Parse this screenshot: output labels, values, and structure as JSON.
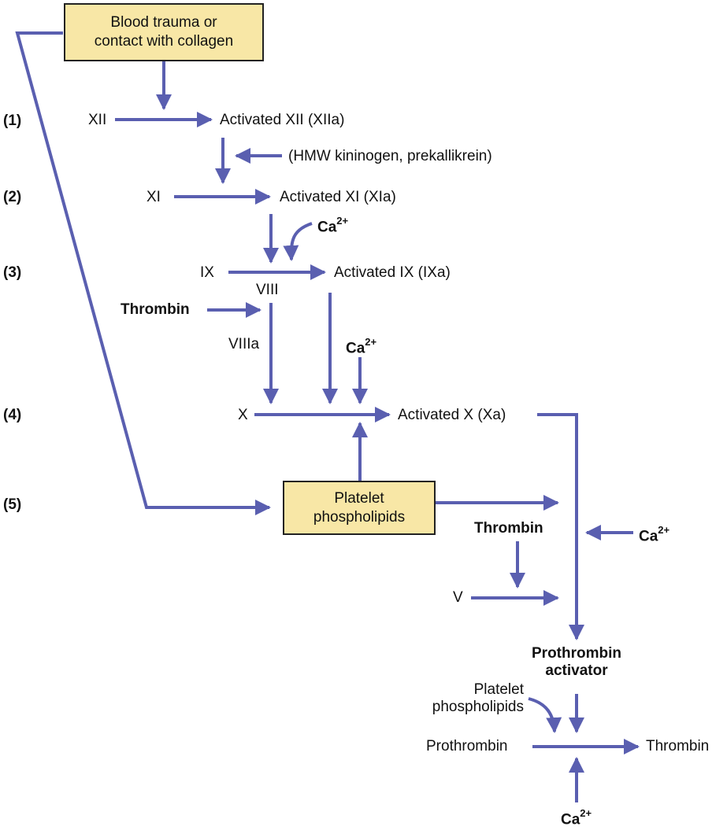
{
  "colors": {
    "arrow": "#5a5fb0",
    "box_fill": "#f8e7a6",
    "box_border": "#222222",
    "text": "#111111"
  },
  "steps": [
    "(1)",
    "(2)",
    "(3)",
    "(4)",
    "(5)"
  ],
  "boxes": {
    "trauma": [
      "Blood trauma or",
      "contact with collagen"
    ],
    "platelet": [
      "Platelet",
      "phospholipids"
    ]
  },
  "labels": {
    "xii": "XII",
    "xiia": "Activated XII (XIIa)",
    "hmw": "(HMW kininogen, prekallikrein)",
    "xi": "XI",
    "xia": "Activated XI (XIa)",
    "ix": "IX",
    "ixa": "Activated IX (IXa)",
    "viii": "VIII",
    "thrombin": "Thrombin",
    "viiia": "VIIIa",
    "x": "X",
    "xa": "Activated X (Xa)",
    "v": "V",
    "prothrombin_activator": [
      "Prothrombin",
      "activator"
    ],
    "platelet_phospholipids": [
      "Platelet",
      "phospholipids"
    ],
    "prothrombin": "Prothrombin",
    "thrombin_product": "Thrombin"
  },
  "calcium": {
    "base": "Ca",
    "charge": "2+"
  }
}
